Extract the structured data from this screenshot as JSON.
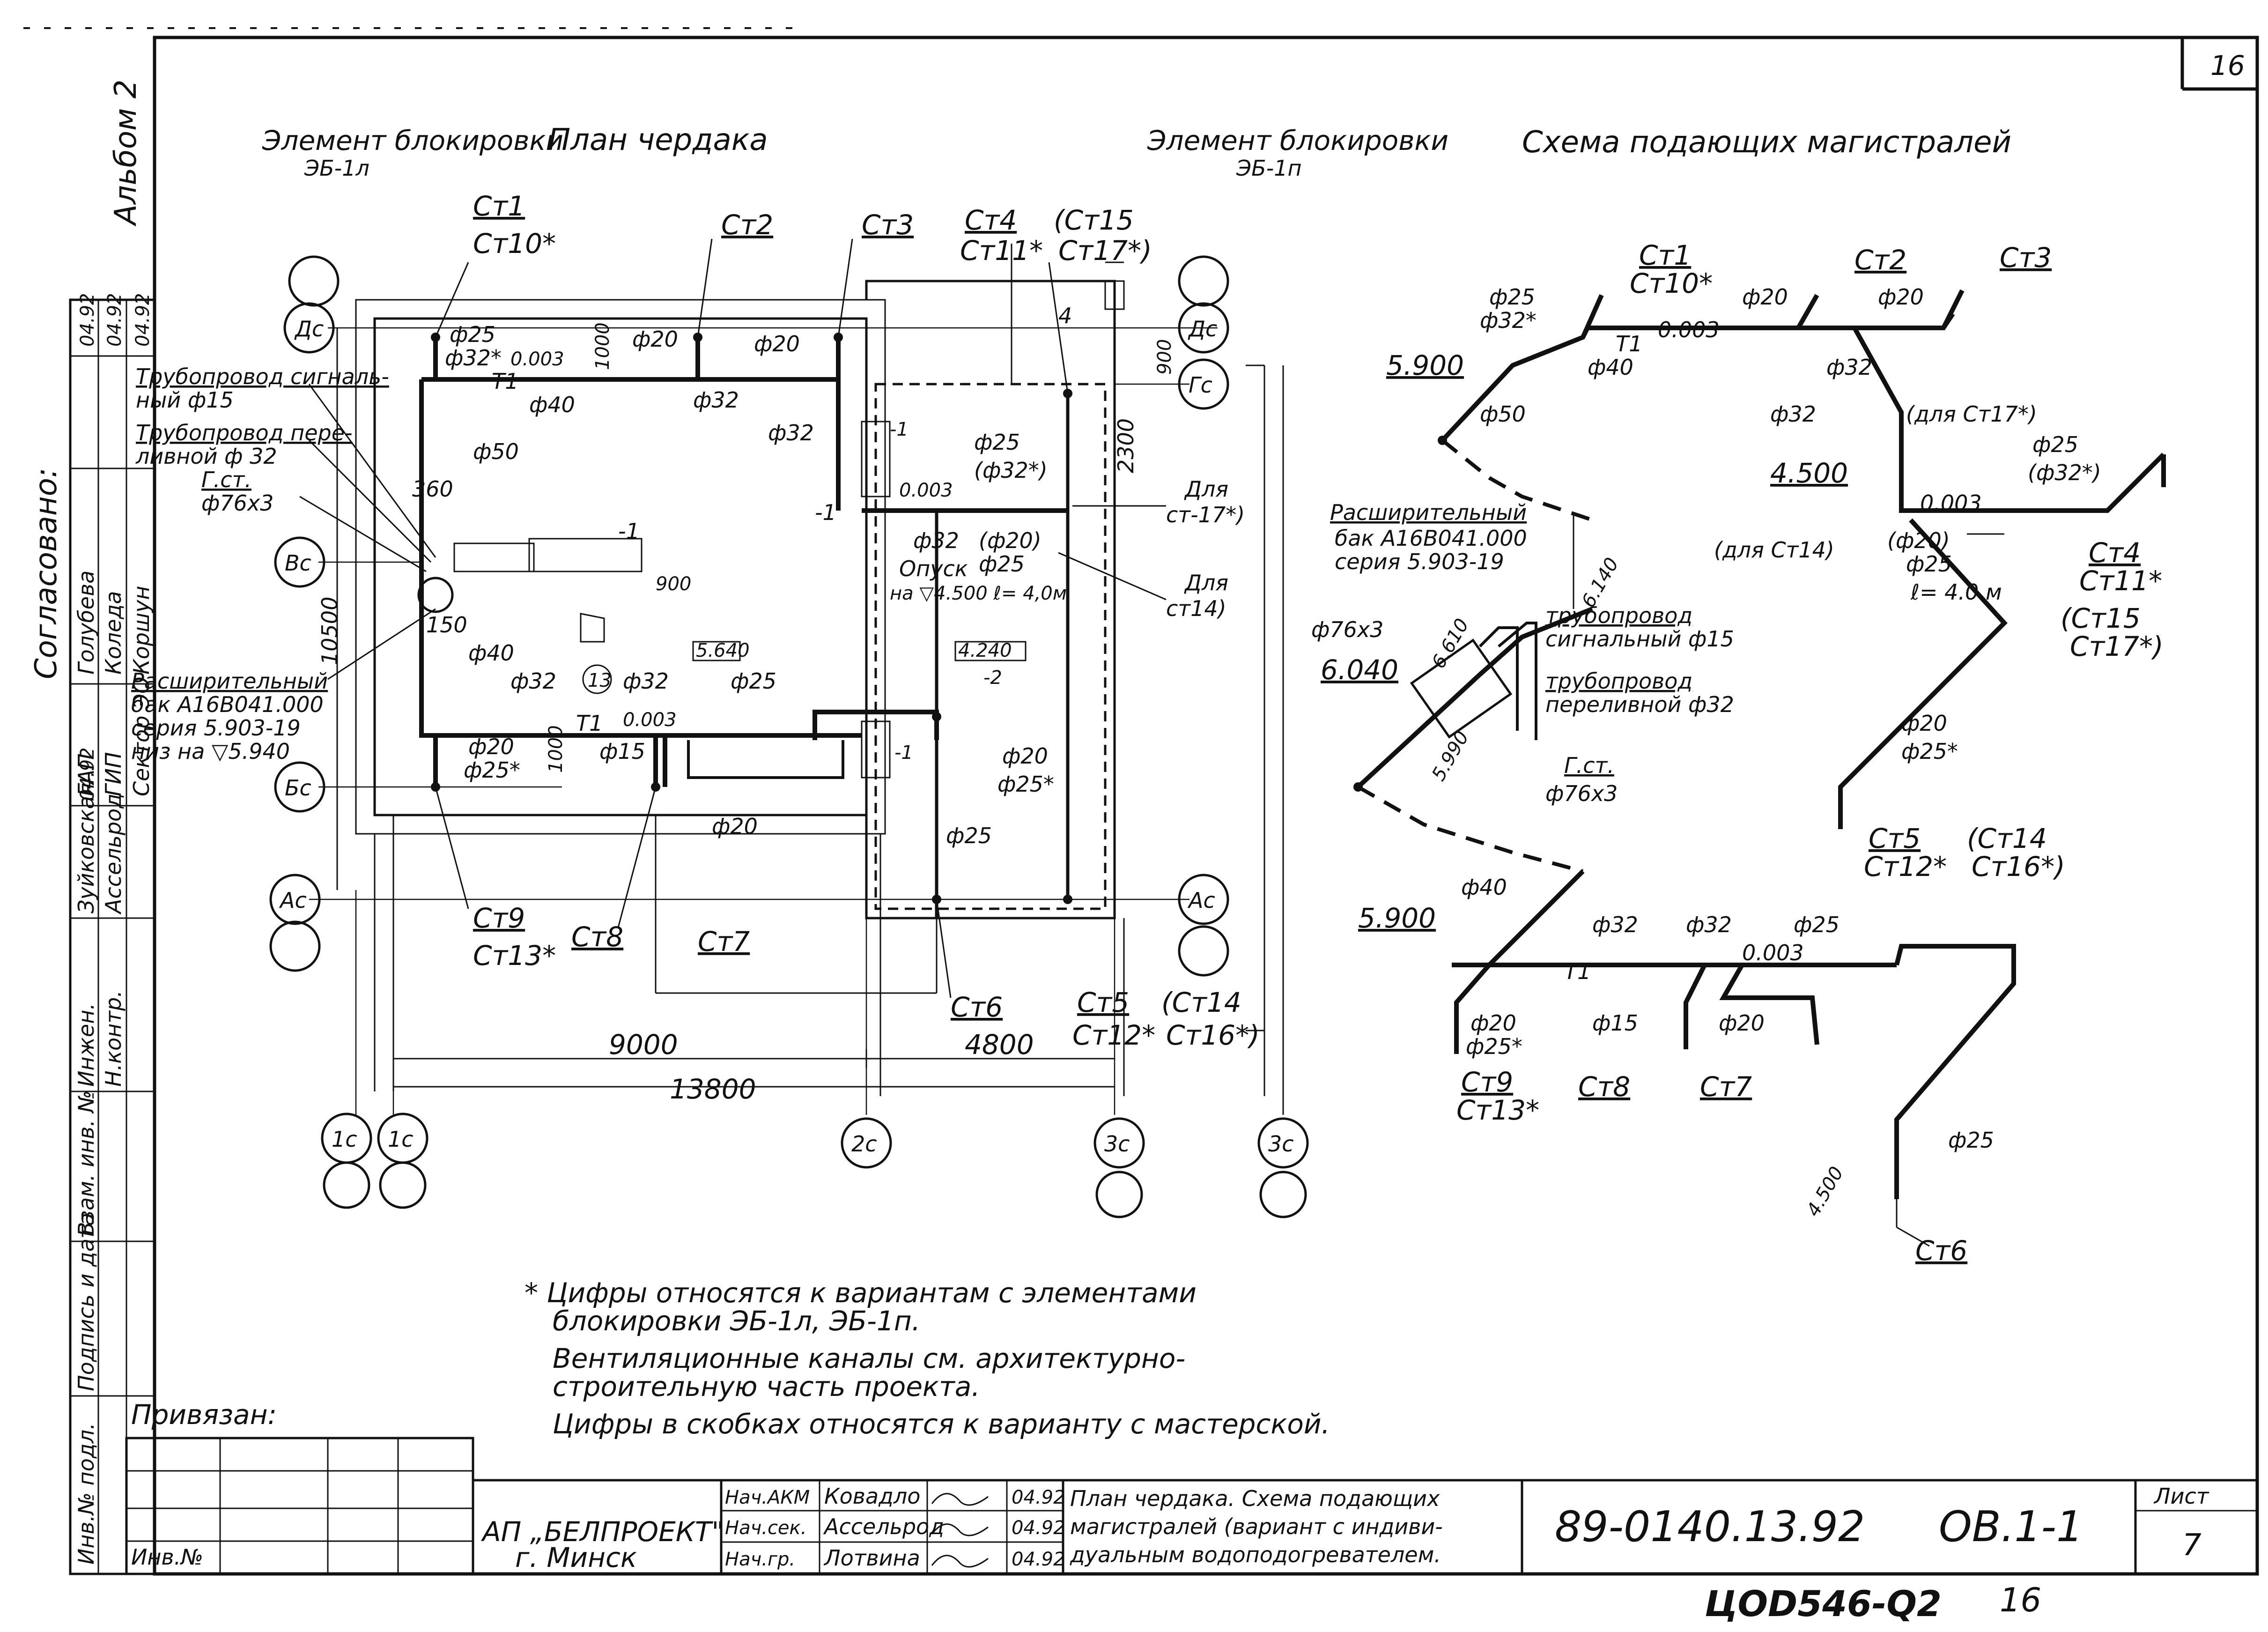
{
  "sheet": {
    "corner_number": "16",
    "album": "Альбом 2",
    "bottom_code": "ЦОD546-Q2",
    "bottom_code_number": "16"
  },
  "headings": {
    "block_left": "Элемент блокировки",
    "block_left_code": "ЭБ-1л",
    "plan_title": "План чердака",
    "block_right": "Элемент блокировки",
    "block_right_code": "ЭБ-1п",
    "scheme_title": "Схема подающих магистралей"
  },
  "plan": {
    "riser_labels": [
      {
        "id": "st1",
        "text": "Ст1",
        "alt": "Ст10*"
      },
      {
        "id": "st2",
        "text": "Ст2"
      },
      {
        "id": "st3",
        "text": "Ст3"
      },
      {
        "id": "st4",
        "text": "Ст4",
        "alt": "Ст11*",
        "paren": "(Ст15",
        "paren2": "Ст17*)"
      },
      {
        "id": "st9",
        "text": "Ст9",
        "alt": "Ст13*"
      },
      {
        "id": "st8",
        "text": "Ст8"
      },
      {
        "id": "st7",
        "text": "Ст7"
      },
      {
        "id": "st6",
        "text": "Ст6"
      },
      {
        "id": "st5",
        "text": "Ст5",
        "alt": "Ст12*",
        "paren": "(Ст14",
        "paren2": "Ст16*)"
      }
    ],
    "axes": [
      "Дс",
      "Гс",
      "Вс",
      "Бс",
      "Ас",
      "Ас",
      "Дс",
      "Гс",
      "1с",
      "1с",
      "2с",
      "3с",
      "3с"
    ],
    "dims": {
      "d9000": "9000",
      "d4800": "4800",
      "d13800": "13800",
      "d10500": "10500",
      "d2300": "2300",
      "d900a": "900",
      "d900b": "900",
      "d1000a": "1000",
      "d1000b": "1000",
      "d360": "360",
      "d150": "150",
      "d4": "4"
    },
    "notes": {
      "signal_pipe": "Трубопровод сигналь-",
      "signal_pipe2": "ный ф15",
      "overflow_pipe": "Трубопровод пере-",
      "overflow_pipe2": "ливной ф 32",
      "gst": "Г.ст.",
      "gst2": "ф76х3",
      "tank1": "Расширительный",
      "tank2": "бак А16В041.000",
      "tank3": "серия 5.903-19",
      "tank4": "низ на ▽5.940",
      "descent1": "Опуск",
      "descent2": "на ▽4.500 ℓ= 4,0м",
      "for_c17": "Для",
      "for_c17b": "ст-17*)",
      "for_c14": "Для",
      "for_c14b": "ст14)",
      "minus1a": "-1",
      "minus1b": "-1",
      "minus1c": "-1",
      "minus1d": "-1",
      "minus2": "-2",
      "box1": "5.640",
      "box2": "4.240",
      "item13": "13",
      "t1a": "Т1",
      "t1b": "Т1",
      "slope_a": "0.003",
      "slope_b": "0.003",
      "slope_c": "0.003"
    },
    "pipe_labels": {
      "p25a": "ф25",
      "p32sa": "ф32*",
      "p20a": "ф20",
      "p20b": "ф20",
      "p40a": "ф40",
      "p32a": "ф32",
      "p32b": "ф32",
      "p50": "ф50",
      "p25b": "ф25",
      "p32sb": "(ф32*)",
      "p32c": "ф32",
      "p20p": "(ф20)",
      "p25c": "ф25",
      "p40b": "ф40",
      "p32d": "ф32",
      "p32e": "ф32",
      "p20c": "ф20",
      "p25sa": "ф25*",
      "p15": "ф15",
      "p25d": "ф25",
      "p20d": "ф20",
      "p20e": "ф20",
      "p25sb": "ф25*",
      "p25e": "ф25"
    }
  },
  "scheme": {
    "labels": {
      "st1": "Ст1",
      "st10": "Ст10*",
      "st2": "Ст2",
      "st3": "Ст3",
      "p25": "ф25",
      "p32s": "ф32*",
      "p20a": "ф20",
      "p20b": "ф20",
      "t1": "Т1",
      "slope1": "0.003",
      "p40": "ф40",
      "p32a": "ф32",
      "p32b": "ф32",
      "lvl5900a": "5.900",
      "p50": "ф50",
      "for_st17": "(для Ст17*)",
      "p25b": "ф25",
      "p32sb": "(ф32*)",
      "lvl4500a": "4.500",
      "slope2": "0.003",
      "for_st14": "(для Ст14)",
      "p20p": "(ф20)",
      "p25c": "ф25",
      "len": "ℓ= 4.0 м",
      "st4": "Ст4",
      "st11": "Ст11*",
      "st15p": "(Ст15",
      "st17p": "Ст17*)",
      "tank1": "Расширительный",
      "tank2": "бак А16В041.000",
      "tank3": "серия 5.903-19",
      "lvl6140": "6.140",
      "lvl6610": "6.610",
      "p76": "ф76х3",
      "lvl6040": "6.040",
      "lvl5990": "5.990",
      "sig1": "трубопровод",
      "sig2": "сигнальный ф15",
      "ovf1": "трубопровод",
      "ovf2": "переливной ф32",
      "gst": "Г.ст.",
      "gst2": "ф76х3",
      "p20c": "ф20",
      "p25s": "ф25*",
      "st5": "Ст5",
      "st12": "Ст12*",
      "st14p": "(Ст14",
      "st16p": "Ст16*)",
      "lvl5900b": "5.900",
      "p40b": "ф40",
      "t1b": "Т1",
      "p32c": "ф32",
      "p32d": "ф32",
      "p25d": "ф25",
      "slope3": "0.003",
      "p20d": "ф20",
      "p25s2": "ф25*",
      "p15": "ф15",
      "p20e": "ф20",
      "st9": "Ст9",
      "st13": "Ст13*",
      "st8": "Ст8",
      "st7": "Ст7",
      "p25e": "ф25",
      "lvl4500b": "4.500",
      "st6": "Ст6"
    }
  },
  "footnotes": {
    "n1a": "* Цифры относятся к вариантам с элементами",
    "n1b": "блокировки ЭБ-1л, ЭБ-1п.",
    "n2a": "Вентиляционные каналы см. архитектурно-",
    "n2b": "строительную часть проекта.",
    "n3": "Цифры в скобках относятся к варианту с мастерской."
  },
  "side_stamp": {
    "soglasovano": "Согласовано:",
    "rows": [
      {
        "role": "ГАП",
        "name": "Голубева",
        "date": "04.92"
      },
      {
        "role": "ГИП",
        "name": "Коледа",
        "date": "04.92"
      },
      {
        "role": "Сектор ЭО",
        "name": "Коршун",
        "date": "04.92"
      }
    ],
    "inzh": "Инжен.",
    "inzh_name": "Зуйковская",
    "inzh_date": "04.92",
    "nkontr": "Н.контр.",
    "nkontr_name": "Ассельрод",
    "vzam": "Взам. инв. №",
    "podp": "Подпись и дата",
    "invpodl": "Инв.№ подл."
  },
  "title_block": {
    "privyazan": "Привязан:",
    "inv": "Инв.№",
    "org1": "АП „БЕЛПРОЕКТ\"",
    "org2": "г. Минск",
    "staff": [
      {
        "role": "Нач.АКМ",
        "name": "Ковадло",
        "date": "04.92"
      },
      {
        "role": "Нач.сек.",
        "name": "Ассельрод",
        "date": "04.92"
      },
      {
        "role": "Нач.гр.",
        "name": "Лотвина",
        "date": "04.92"
      }
    ],
    "desc1": "План чердака. Схема подающих",
    "desc2": "магистралей (вариант с индиви-",
    "desc3": "дуальным водоподогревателем.",
    "doc_code": "89-0140.13.92",
    "mark": "ОВ.1-1",
    "sheet_label": "Лист",
    "sheet_num": "7"
  }
}
